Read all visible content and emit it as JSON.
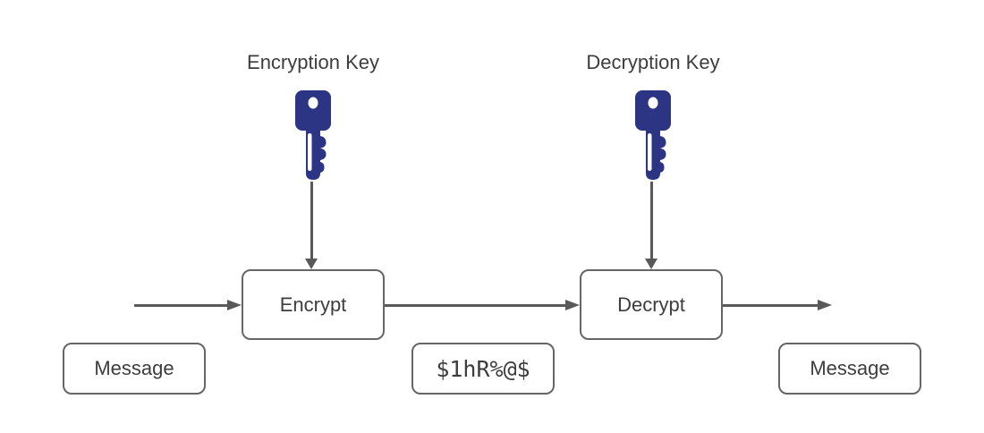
{
  "diagram": {
    "labels": {
      "encryption_key": "Encryption Key",
      "decryption_key": "Decryption Key"
    },
    "nodes": {
      "encrypt": "Encrypt",
      "decrypt": "Decrypt",
      "message_input": "Message",
      "ciphertext": "$1hR%@$",
      "message_output": "Message"
    },
    "icons": {
      "encryption_key": "key-icon",
      "decryption_key": "key-icon"
    },
    "colors": {
      "key_fill": "#2c3484",
      "connector": "#595959",
      "box_border": "#666666",
      "text": "#3d3d3d",
      "background": "#ffffff"
    }
  }
}
